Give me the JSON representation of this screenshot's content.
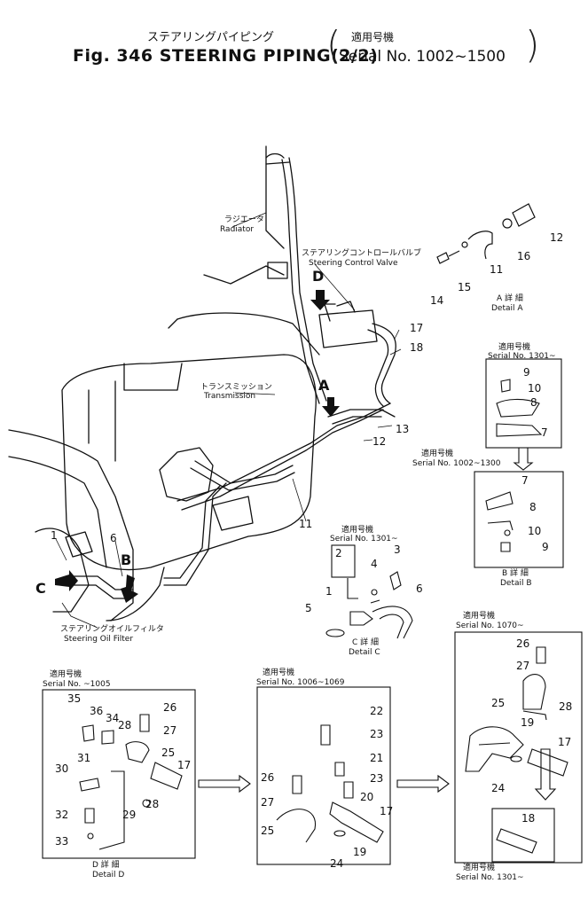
{
  "header": {
    "title_jp": "ステアリングパイピング",
    "applies_jp": "適用号機",
    "title": "Fig. 346 STEERING PIPING(2/2)",
    "serial": "Serial No. 1002~1500"
  },
  "labels": {
    "radiator_jp": "ラジエータ",
    "radiator": "Radiator",
    "control_valve_jp": "ステアリングコントロールバルブ",
    "control_valve": "Steering Control Valve",
    "transmission_jp": "トランスミッション",
    "transmission": "Transmission",
    "oil_filter_jp": "ステアリングオイルフィルタ",
    "oil_filter": "Steering Oil Filter"
  },
  "callouts": {
    "a": "A",
    "b": "B",
    "c": "C",
    "d": "D"
  },
  "details": {
    "a_jp": "A 詳 細",
    "a": "Detail A",
    "b_jp": "B 詳 細",
    "b": "Detail B",
    "c_jp": "C 詳 細",
    "c": "Detail C",
    "d_jp": "D 詳 細",
    "d": "Detail D"
  },
  "serials": {
    "applies_jp": "適用号機",
    "s1301": "Serial No. 1301~",
    "s1002_1300": "Serial No. 1002~1300",
    "s1005": "Serial No. ~1005",
    "s1006_1069": "Serial No. 1006~1069",
    "s1070": "Serial No. 1070~"
  },
  "part_numbers": {
    "main": [
      "17",
      "18",
      "13",
      "12",
      "11",
      "1",
      "6"
    ],
    "detail_a": [
      "12",
      "16",
      "11",
      "15",
      "14"
    ],
    "detail_b_top": [
      "9",
      "10",
      "8",
      "7"
    ],
    "detail_b": [
      "7",
      "8",
      "10",
      "9"
    ],
    "detail_c": [
      "2",
      "4",
      "3",
      "1",
      "5",
      "6"
    ],
    "detail_d": [
      "35",
      "36",
      "34",
      "28",
      "26",
      "27",
      "25",
      "17",
      "31",
      "30",
      "29",
      "28",
      "32",
      "33"
    ],
    "mid": [
      "22",
      "23",
      "21",
      "23",
      "20",
      "26",
      "27",
      "17",
      "25",
      "19",
      "24"
    ],
    "right": [
      "26",
      "27",
      "25",
      "28",
      "19",
      "17",
      "24",
      "18"
    ]
  }
}
